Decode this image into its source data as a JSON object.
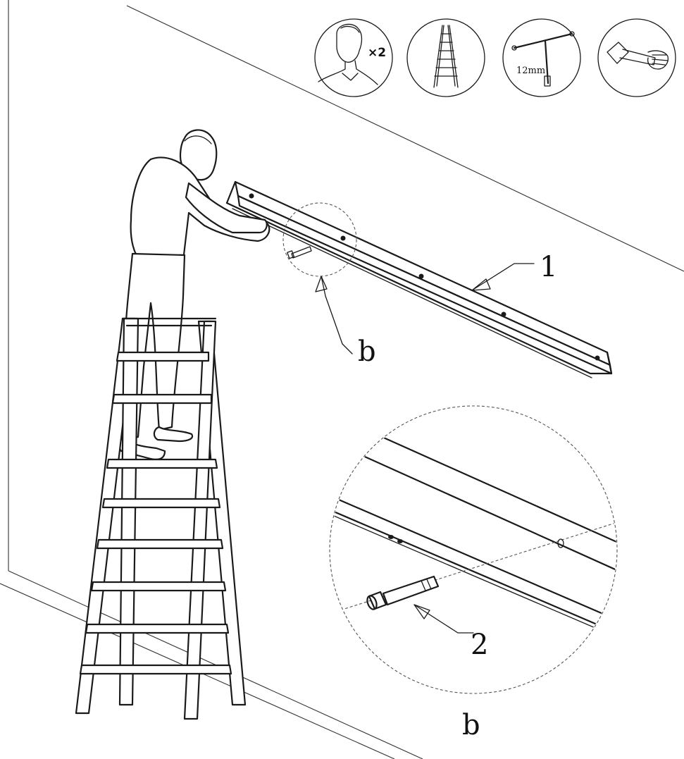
{
  "tools": [
    {
      "name": "two-people",
      "icon": "person-icon",
      "badge": "×2"
    },
    {
      "name": "ladder",
      "icon": "ladder-icon"
    },
    {
      "name": "socket-wrench",
      "icon": "t-wrench-icon",
      "size_label": "12mm"
    },
    {
      "name": "hammer",
      "icon": "hammer-icon"
    }
  ],
  "callouts": {
    "rail": "1",
    "anchor_bolt": "2",
    "detail_ref": "b",
    "detail_caption": "b"
  }
}
